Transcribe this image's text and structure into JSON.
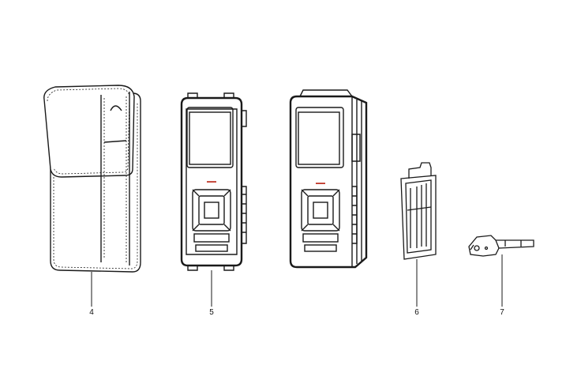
{
  "colors": {
    "line": "#1a1a1a",
    "paper": "#ffffff",
    "screen": "#ffffff"
  },
  "parts": [
    {
      "number": "4",
      "icon": "holster-pouch-icon"
    },
    {
      "number": "5",
      "icon": "laser-meter-front-icon"
    },
    {
      "number": "6",
      "icon": "battery-cover-icon"
    },
    {
      "number": "7",
      "icon": "end-piece-icon"
    }
  ],
  "unlabeled_parts": [
    {
      "icon": "laser-meter-angled-icon"
    }
  ]
}
